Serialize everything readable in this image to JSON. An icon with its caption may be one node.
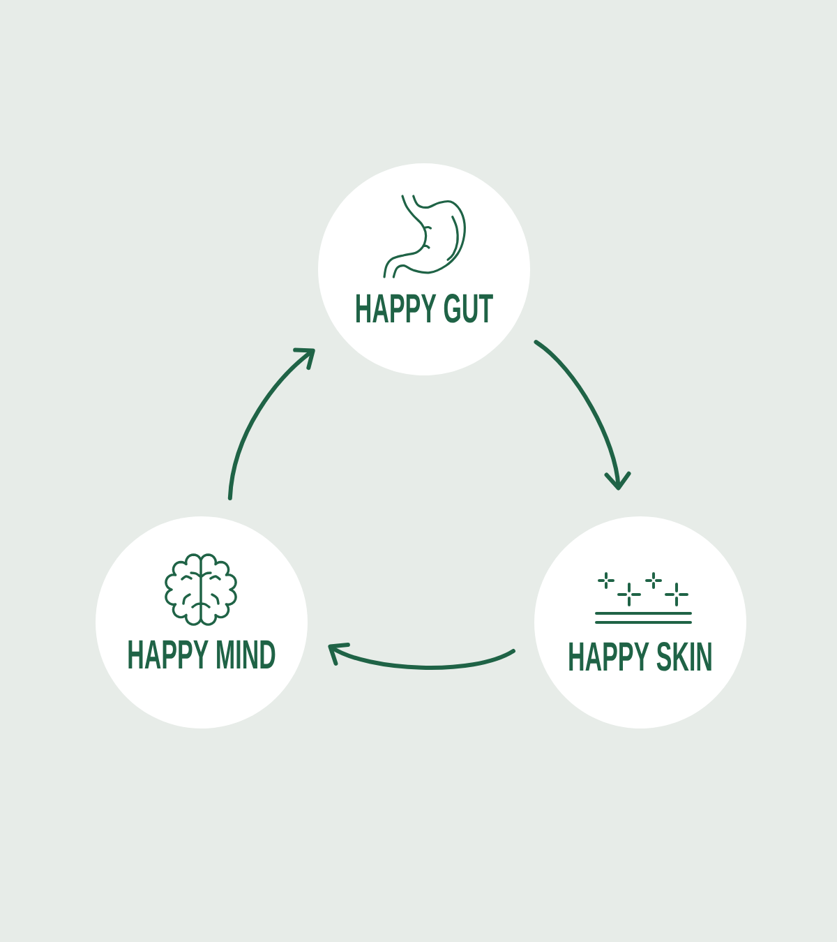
{
  "diagram": {
    "nodes": [
      {
        "text": [
          "HAPPY GUT"
        ]
      },
      {
        "text": [
          "HAPPY MIND"
        ]
      },
      {
        "text": [
          "HAPPY SKIN"
        ]
      }
    ],
    "edges": [
      {
        "from": 0,
        "to": 2,
        "arrow": "to"
      },
      {
        "from": 2,
        "to": 1,
        "arrow": "to"
      },
      {
        "from": 1,
        "to": 0,
        "arrow": "to"
      }
    ]
  }
}
